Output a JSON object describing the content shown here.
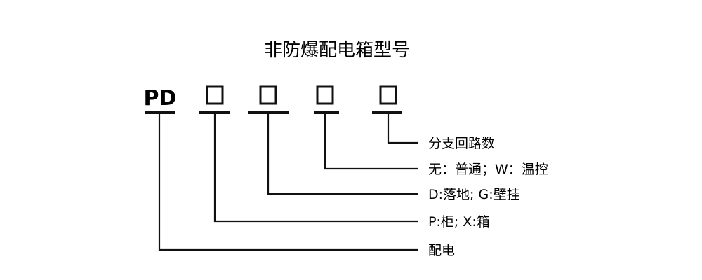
{
  "title": "非防爆配电箱型号",
  "code": {
    "prefix": "PD",
    "placeholder": "□"
  },
  "labels": [
    "分支回路数",
    "无：普通；W：温控",
    "D:落地; G:壁挂",
    "P:柜; X:箱",
    "配电"
  ],
  "colors": {
    "line": "#111111",
    "background": "#ffffff"
  }
}
